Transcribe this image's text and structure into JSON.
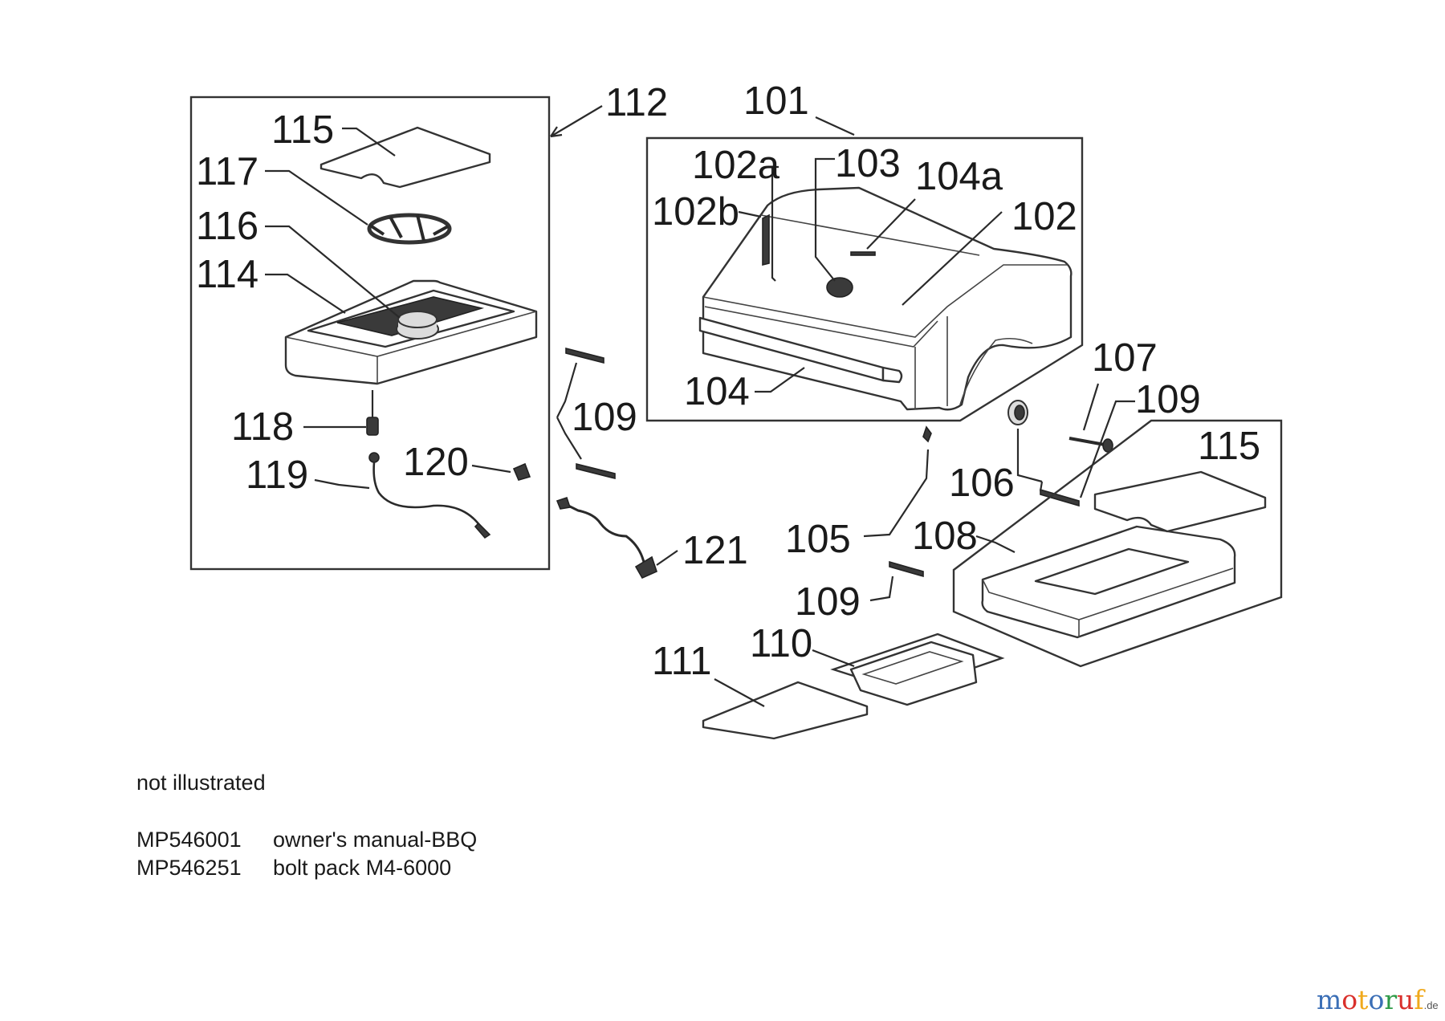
{
  "diagram": {
    "callouts": {
      "c101": "101",
      "c102": "102",
      "c102a": "102a",
      "c102b": "102b",
      "c103": "103",
      "c104": "104",
      "c104a": "104a",
      "c105": "105",
      "c106": "106",
      "c107": "107",
      "c108": "108",
      "c109_a": "109",
      "c109_b": "109",
      "c109_c": "109",
      "c110": "110",
      "c111": "111",
      "c112": "112",
      "c114": "114",
      "c115_a": "115",
      "c115_b": "115",
      "c116": "116",
      "c117": "117",
      "c118": "118",
      "c119": "119",
      "c120": "120",
      "c121": "121"
    }
  },
  "notes": {
    "heading": "not illustrated",
    "items": [
      {
        "code": "MP546001",
        "description": "owner's manual-BBQ"
      },
      {
        "code": "MP546251",
        "description": "bolt pack M4-6000"
      }
    ]
  },
  "logo": {
    "letters": [
      "m",
      "o",
      "t",
      "o",
      "r",
      "u",
      "f"
    ],
    "letter_colors": [
      "#3b6fb6",
      "#d9302c",
      "#f0a91c",
      "#3b6fb6",
      "#2e9a47",
      "#d9302c",
      "#f0a91c"
    ],
    "tld": ".de"
  }
}
